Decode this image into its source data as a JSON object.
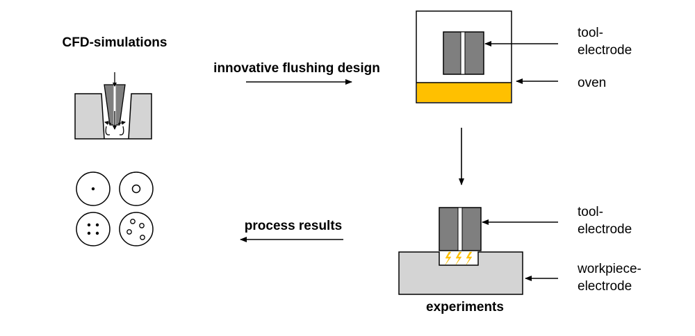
{
  "labels": {
    "cfd": "CFD-simulations",
    "flushing": "innovative flushing design",
    "process": "process results",
    "experiments": "experiments",
    "tool_top_1": "tool-",
    "tool_top_2": "electrode",
    "oven": "oven",
    "tool_bot_1": "tool-",
    "tool_bot_2": "electrode",
    "workpiece_1": "workpiece-",
    "workpiece_2": "electrode"
  },
  "colors": {
    "oven": "#FFC000",
    "grey": "#d4d4d4",
    "dark_grey": "#7f7f7f",
    "spark": "#FFC000"
  }
}
